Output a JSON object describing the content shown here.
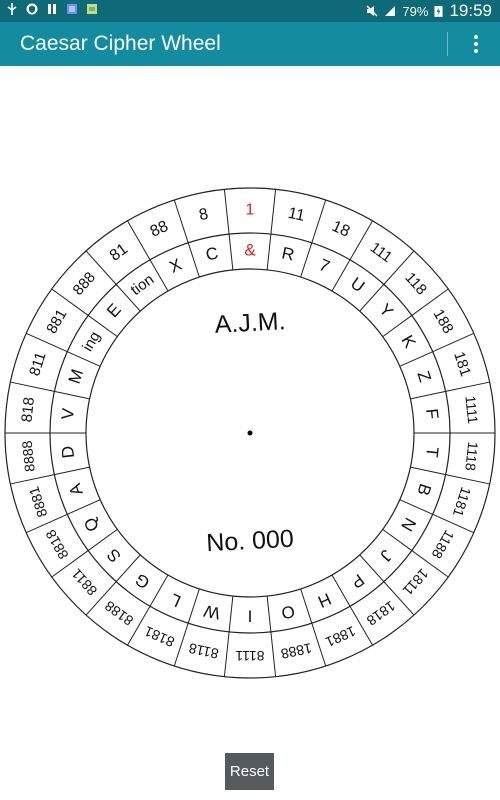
{
  "status_bar": {
    "battery": "79%",
    "time": "19:59",
    "icons": [
      "usb-icon",
      "shield-icon",
      "pause-icon",
      "notes-icon",
      "clipboard-icon",
      "mute-icon",
      "signal-icon",
      "battery-charging-icon"
    ]
  },
  "app_bar": {
    "title": "Caesar Cipher Wheel",
    "menu_icon": "overflow-menu-icon"
  },
  "wheel": {
    "center_top_text": "A.J.M.",
    "center_bottom_text": "No. 000",
    "highlight_color": "#e02020",
    "outer_ring": [
      "1",
      "11",
      "18",
      "111",
      "118",
      "188",
      "181",
      "1111",
      "1118",
      "1181",
      "1188",
      "1811",
      "1818",
      "1881",
      "1888",
      "8111",
      "8118",
      "8181",
      "8188",
      "8811",
      "8818",
      "8881",
      "8888",
      "818",
      "811",
      "881",
      "888",
      "81",
      "88",
      "8"
    ],
    "inner_ring": [
      "&",
      "R",
      "7",
      "U",
      "Y",
      "K",
      "Z",
      "F",
      "T",
      "B",
      "N",
      "J",
      "P",
      "H",
      "O",
      "I",
      "W",
      "L",
      "G",
      "S",
      "Q",
      "A",
      "D",
      "V",
      "M",
      "ing",
      "E",
      "tion",
      "X",
      "C"
    ],
    "highlighted_index": 0
  },
  "reset_label": "Reset"
}
